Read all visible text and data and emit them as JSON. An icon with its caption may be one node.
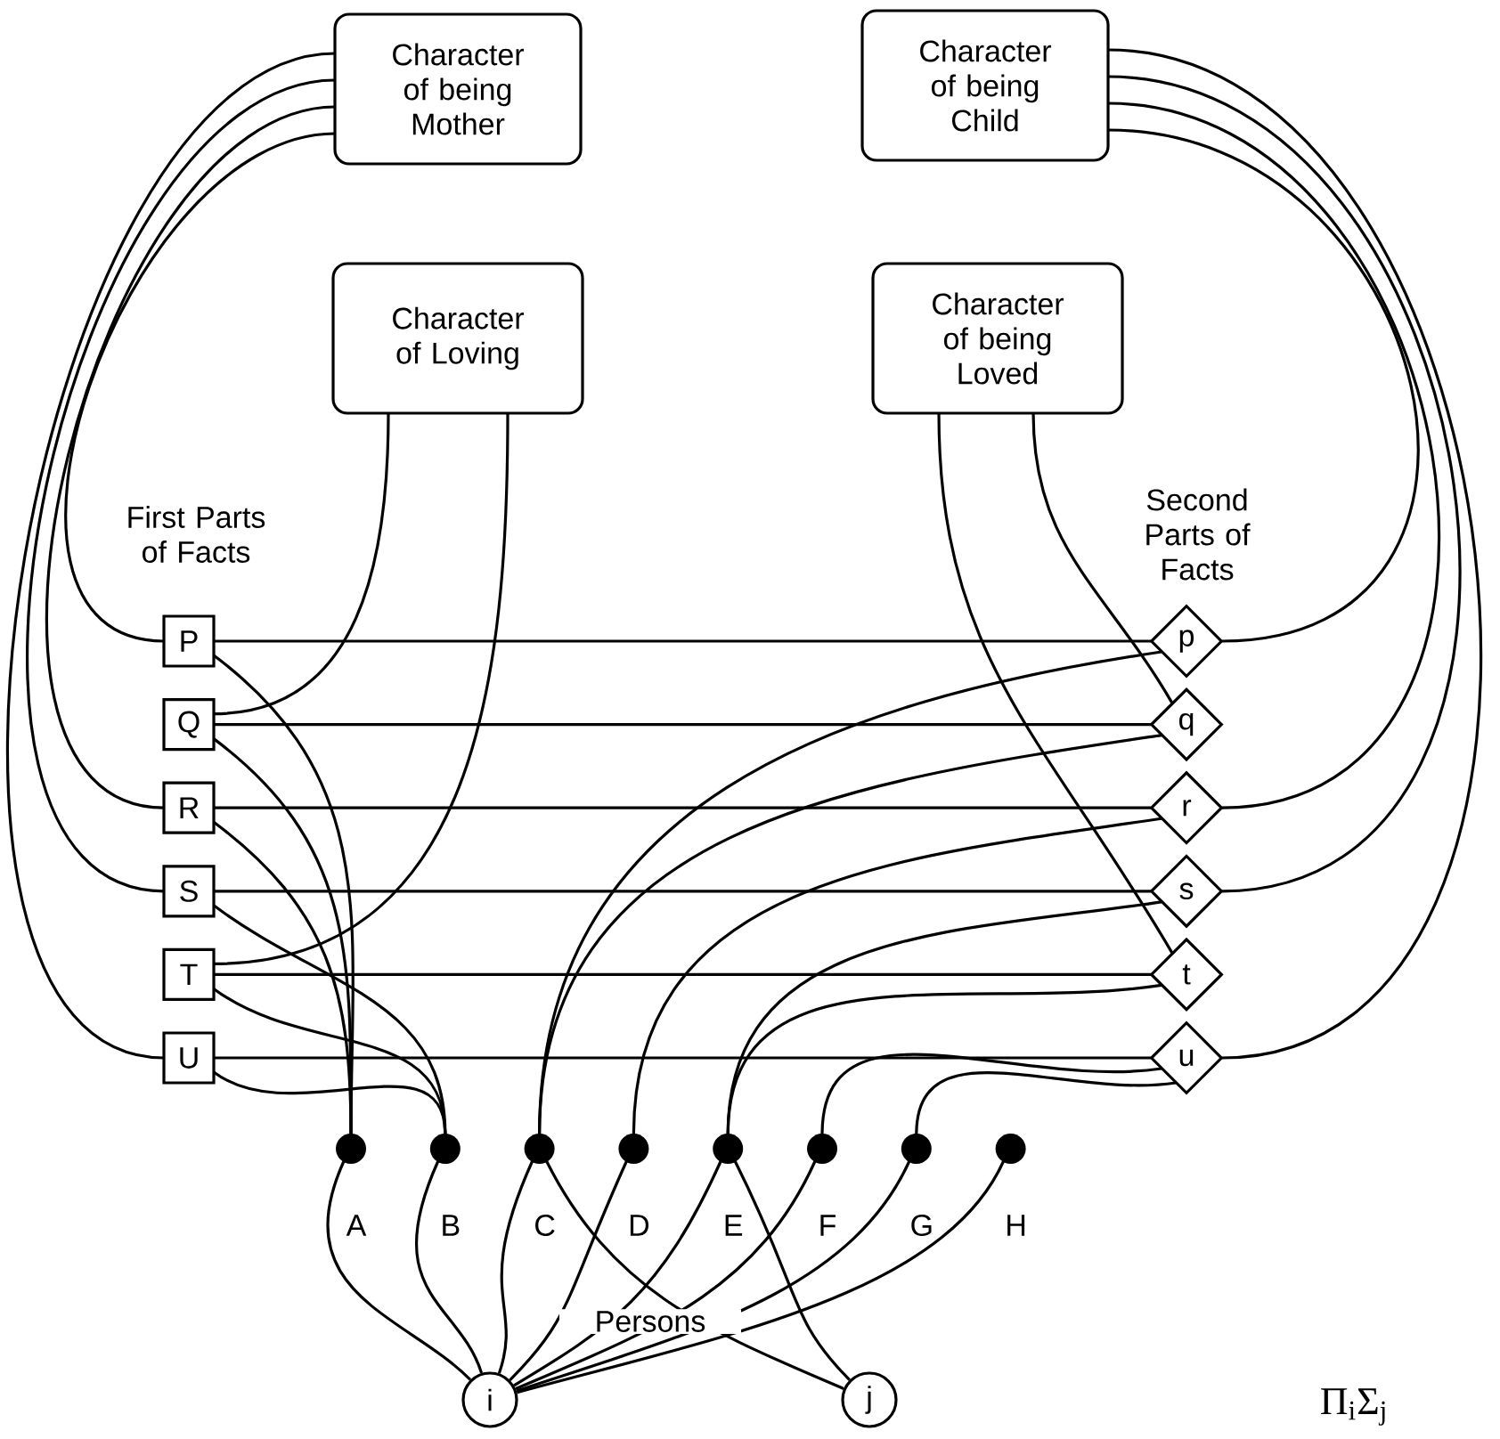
{
  "diagram": {
    "nodes": [
      {
        "text": [
          "Character of being Mother"
        ]
      },
      {
        "text": [
          "Character of being Child"
        ]
      },
      {
        "text": [
          "Character of Loving"
        ]
      },
      {
        "text": [
          "Character of being Loved"
        ]
      },
      {
        "text": [
          "P"
        ]
      },
      {
        "text": [
          "Q"
        ]
      },
      {
        "text": [
          "R"
        ]
      },
      {
        "text": [
          "S"
        ]
      },
      {
        "text": [
          "T"
        ]
      },
      {
        "text": [
          "U"
        ]
      },
      {
        "text": [
          "p"
        ]
      },
      {
        "text": [
          "q"
        ]
      },
      {
        "text": [
          "r"
        ]
      },
      {
        "text": [
          "s"
        ]
      },
      {
        "text": [
          "t"
        ]
      },
      {
        "text": [
          "u"
        ]
      },
      {
        "text": [],
        "shape": "circle",
        "beside": [
          "A"
        ]
      },
      {
        "text": [],
        "shape": "circle",
        "beside": [
          "B"
        ]
      },
      {
        "text": [],
        "shape": "circle",
        "beside": [
          "C"
        ]
      },
      {
        "text": [],
        "shape": "circle",
        "beside": [
          "D"
        ]
      },
      {
        "text": [],
        "shape": "circle",
        "beside": [
          "E"
        ]
      },
      {
        "text": [],
        "shape": "circle",
        "beside": [
          "F"
        ]
      },
      {
        "text": [],
        "shape": "circle",
        "beside": [
          "G"
        ]
      },
      {
        "text": [],
        "shape": "circle",
        "beside": [
          "H"
        ]
      },
      {
        "text": [
          "i"
        ]
      },
      {
        "text": [
          "j"
        ]
      }
    ],
    "edges": [
      {
        "from": 0,
        "to": 4,
        "arrow": "none"
      },
      {
        "from": 0,
        "to": 6,
        "arrow": "none"
      },
      {
        "from": 0,
        "to": 7,
        "arrow": "none"
      },
      {
        "from": 0,
        "to": 9,
        "arrow": "none"
      },
      {
        "from": 1,
        "to": 10,
        "arrow": "none"
      },
      {
        "from": 1,
        "to": 12,
        "arrow": "none"
      },
      {
        "from": 1,
        "to": 13,
        "arrow": "none"
      },
      {
        "from": 1,
        "to": 15,
        "arrow": "none"
      },
      {
        "from": 2,
        "to": 5,
        "arrow": "none"
      },
      {
        "from": 2,
        "to": 8,
        "arrow": "none"
      },
      {
        "from": 3,
        "to": 11,
        "arrow": "none"
      },
      {
        "from": 3,
        "to": 14,
        "arrow": "none"
      },
      {
        "from": 4,
        "to": 10,
        "arrow": "none"
      },
      {
        "from": 5,
        "to": 11,
        "arrow": "none"
      },
      {
        "from": 6,
        "to": 12,
        "arrow": "none"
      },
      {
        "from": 7,
        "to": 13,
        "arrow": "none"
      },
      {
        "from": 8,
        "to": 14,
        "arrow": "none"
      },
      {
        "from": 9,
        "to": 15,
        "arrow": "none"
      },
      {
        "from": 4,
        "to": 16,
        "arrow": "none"
      },
      {
        "from": 5,
        "to": 16,
        "arrow": "none"
      },
      {
        "from": 6,
        "to": 16,
        "arrow": "none"
      },
      {
        "from": 7,
        "to": 17,
        "arrow": "none"
      },
      {
        "from": 8,
        "to": 17,
        "arrow": "none"
      },
      {
        "from": 9,
        "to": 17,
        "arrow": "none"
      },
      {
        "from": 10,
        "to": 18,
        "arrow": "none"
      },
      {
        "from": 11,
        "to": 18,
        "arrow": "none"
      },
      {
        "from": 12,
        "to": 19,
        "arrow": "none"
      },
      {
        "from": 13,
        "to": 20,
        "arrow": "none"
      },
      {
        "from": 14,
        "to": 20,
        "arrow": "none"
      },
      {
        "from": 15,
        "to": 21,
        "arrow": "none"
      },
      {
        "from": 15,
        "to": 22,
        "arrow": "none"
      },
      {
        "from": 16,
        "to": 24,
        "arrow": "none"
      },
      {
        "from": 17,
        "to": 24,
        "arrow": "none"
      },
      {
        "from": 18,
        "to": 24,
        "arrow": "none"
      },
      {
        "from": 19,
        "to": 24,
        "arrow": "none"
      },
      {
        "from": 20,
        "to": 24,
        "arrow": "none"
      },
      {
        "from": 21,
        "to": 24,
        "arrow": "none"
      },
      {
        "from": 22,
        "to": 24,
        "arrow": "none"
      },
      {
        "from": 23,
        "to": 24,
        "arrow": "none"
      },
      {
        "from": 18,
        "to": 25,
        "arrow": "none"
      },
      {
        "from": 20,
        "to": 25,
        "arrow": "none"
      }
    ],
    "labels": [
      "First Parts of Facts",
      "Second Parts of Facts",
      "Persons",
      "Π$_{i}$Σ$_{j}$"
    ]
  }
}
